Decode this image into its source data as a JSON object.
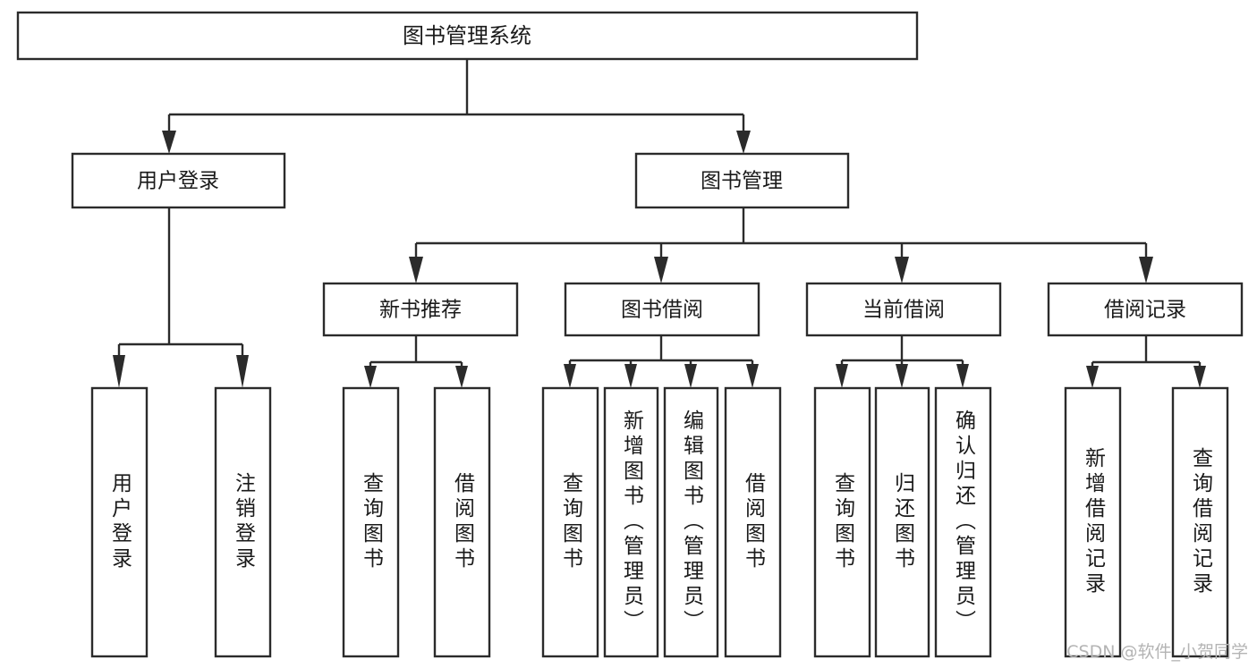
{
  "diagram": {
    "type": "tree-hierarchy-chart",
    "title_node": "图书管理系统",
    "watermark": "CSDN @软件_小贺同学",
    "colors": {
      "stroke": "#2b2b2b",
      "box_fill": "#ffffff",
      "text": "#1a1a1a",
      "background": "#ffffff",
      "watermark": "#b4b4b4"
    },
    "levels": {
      "level1": [
        {
          "id": "root",
          "label": "图书管理系统"
        }
      ],
      "level2": [
        {
          "id": "user-login",
          "label": "用户登录"
        },
        {
          "id": "book-manage",
          "label": "图书管理"
        }
      ],
      "level3": [
        {
          "id": "new-book-rec",
          "label": "新书推荐"
        },
        {
          "id": "book-borrow",
          "label": "图书借阅"
        },
        {
          "id": "current-borrow",
          "label": "当前借阅"
        },
        {
          "id": "borrow-record",
          "label": "借阅记录"
        }
      ],
      "level4": [
        {
          "id": "leaf-user-login",
          "label": "用户登录",
          "parent": "user-login"
        },
        {
          "id": "leaf-logout-login",
          "label": "注销登录",
          "parent": "user-login"
        },
        {
          "id": "leaf-query-book-1",
          "label": "查询图书",
          "parent": "new-book-rec"
        },
        {
          "id": "leaf-borrow-book-1",
          "label": "借阅图书",
          "parent": "new-book-rec"
        },
        {
          "id": "leaf-query-book-2",
          "label": "查询图书",
          "parent": "book-borrow"
        },
        {
          "id": "leaf-add-book",
          "label": "新增图书（管理员）",
          "parent": "book-borrow"
        },
        {
          "id": "leaf-edit-book",
          "label": "编辑图书（管理员）",
          "parent": "book-borrow"
        },
        {
          "id": "leaf-borrow-book-2",
          "label": "借阅图书",
          "parent": "book-borrow"
        },
        {
          "id": "leaf-query-book-3",
          "label": "查询图书",
          "parent": "current-borrow"
        },
        {
          "id": "leaf-return-book",
          "label": "归还图书",
          "parent": "current-borrow"
        },
        {
          "id": "leaf-confirm-return",
          "label": "确认归还（管理员）",
          "parent": "current-borrow"
        },
        {
          "id": "leaf-add-record",
          "label": "新增借阅记录",
          "parent": "borrow-record"
        },
        {
          "id": "leaf-query-record",
          "label": "查询借阅记录",
          "parent": "borrow-record"
        }
      ]
    }
  }
}
